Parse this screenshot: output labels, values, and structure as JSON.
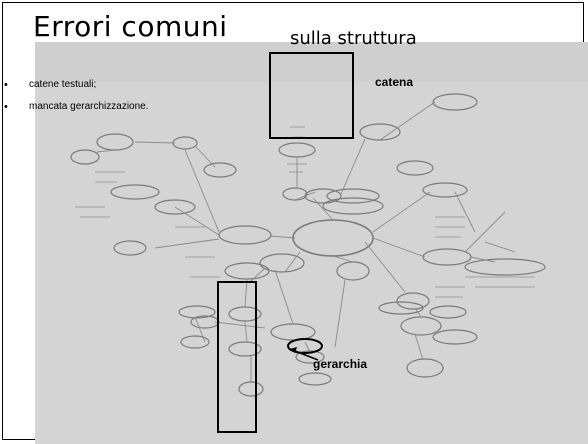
{
  "slide": {
    "title": "Errori comuni",
    "subtitle": "sulla struttura",
    "bullets": [
      "catene testuali;",
      "mancata gerarchizzazione."
    ],
    "annotations": {
      "chain_label": "catena",
      "hierarchy_label": "gerarchia"
    }
  },
  "colors": {
    "photo_background": "#d4d4d4",
    "ink": "#6f6f6f",
    "annotation": "#000000"
  }
}
